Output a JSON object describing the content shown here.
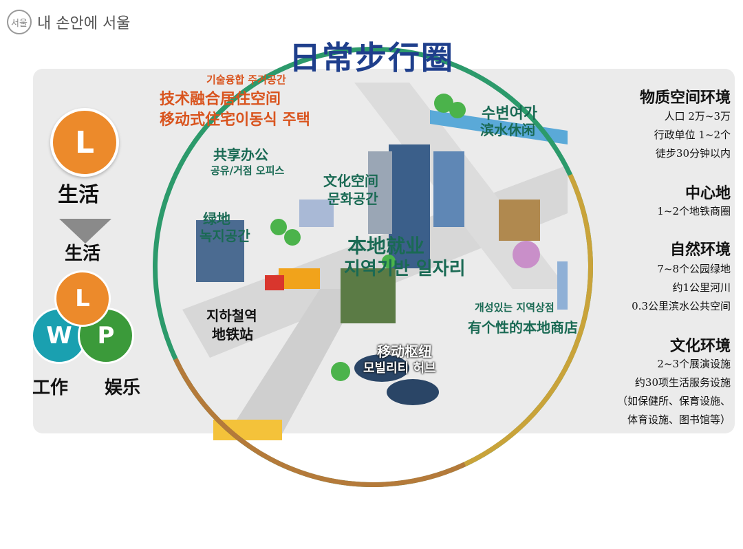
{
  "brand": {
    "logo_text": "서울",
    "name": "내 손안에 서울"
  },
  "title": "日常步行圈",
  "left": {
    "top_circle_letter": "L",
    "top_label": "生活",
    "mid_label": "生活",
    "venn": {
      "l": "L",
      "w": "W",
      "p": "P"
    },
    "bottom_left": "工作",
    "bottom_right": "娱乐"
  },
  "scene_labels": {
    "tech_kr": "기술융합 주거공간",
    "tech_cn": "技术融合居住空间",
    "mobile_cn": "移动式住宅",
    "mobile_kr": "이동식 주택",
    "water_kr": "수변여가",
    "water_cn": "滨水休闲",
    "share_cn": "共享办公",
    "share_kr": "공유/거점 오피스",
    "culture_cn": "文化空间",
    "culture_kr": "문화공간",
    "green_cn": "绿地",
    "green_kr": "녹지공간",
    "job_cn": "本地就业",
    "job_kr": "지역기반 일자리",
    "subway_kr": "지하철역",
    "subway_cn": "地铁站",
    "shop_kr": "개성있는 지역상점",
    "shop_cn": "有个性的本地商店",
    "hub_cn": "移动枢纽",
    "hub_kr": "모빌리티 허브"
  },
  "right": {
    "s1_head": "物质空间环境",
    "s1_l1": "人口  2万~3万",
    "s1_l2": "行政单位  1~2个",
    "s1_l3": "徒步30分钟以内",
    "s2_head": "中心地",
    "s2_l1": "1~2个地铁商圈",
    "s3_head": "自然环境",
    "s3_l1": "7~8个公园绿地",
    "s3_l2": "约1公里河川",
    "s3_l3": "0.3公里滨水公共空间",
    "s4_head": "文化环境",
    "s4_l1": "2~3个展演设施",
    "s4_l2": "约30项生活服务设施",
    "s4_l3": "（如保健所、保育设施、",
    "s4_l4": "体育设施、图书馆等）"
  },
  "colors": {
    "title": "#1f3f8c",
    "orange": "#ec8a2b",
    "teal": "#1aa0b0",
    "green": "#3b9a3a",
    "ring": "#2c9a6b"
  }
}
